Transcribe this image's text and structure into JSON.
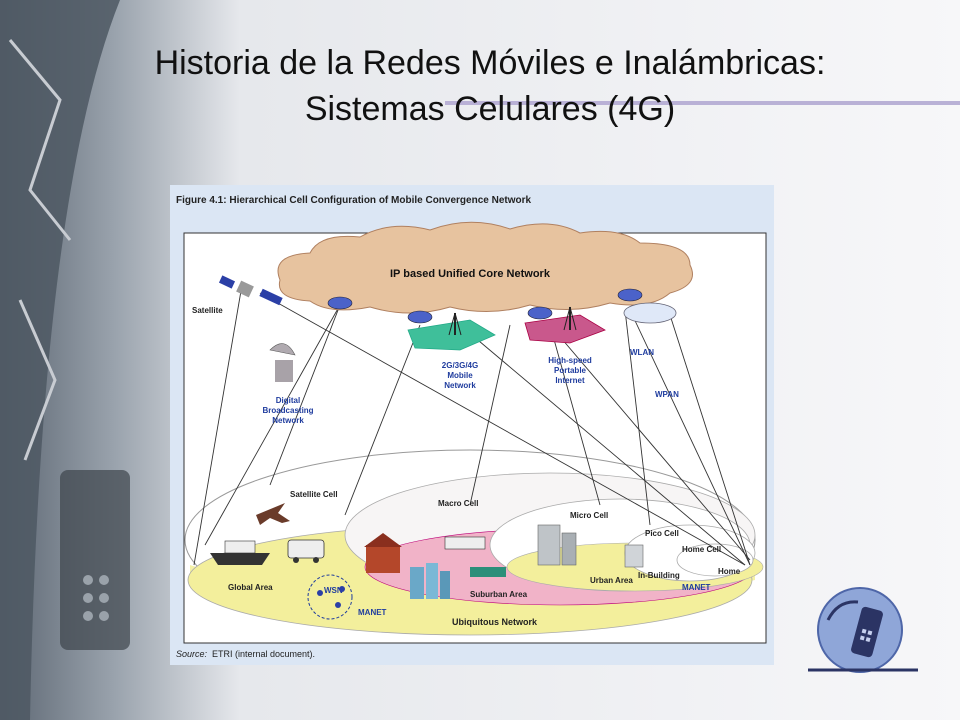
{
  "slide": {
    "title_line1": "Historia de la Redes Móviles e Inalámbricas:",
    "title_line2": "Sistemas Celulares (4G)"
  },
  "figure": {
    "caption": "Figure 4.1: Hierarchical Cell Configuration of Mobile Convergence Network",
    "source_label": "Source:",
    "source_text": "ETRI (internal document).",
    "core_network": "IP based Unified  Core Network",
    "satellite": "Satellite",
    "broadcast": [
      "Digital",
      "Broadcasting",
      "Network"
    ],
    "mobile_net": [
      "2G/3G/4G",
      "Mobile",
      "Network"
    ],
    "portable_net": [
      "High-speed",
      "Portable",
      "Internet"
    ],
    "wlan": "WLAN",
    "wpan": "WPAN",
    "cells": {
      "satellite_cell": "Satellite Cell",
      "macro_cell": "Macro Cell",
      "micro_cell": "Micro Cell",
      "pico_cell": "Pico Cell",
      "home_cell": "Home Cell",
      "global_area": "Global Area",
      "suburban_area": "Suburban Area",
      "urban_area": "Urban Area",
      "in_building": "In-Building",
      "home": "Home",
      "manet": "MANET",
      "manet2": "MANET",
      "wsn": "WSN",
      "ubiquitous": "Ubiquitous Network"
    }
  },
  "colors": {
    "cloud": "#e7c39f",
    "mobile_hex": "#3fbf9a",
    "portable_hex": "#c9588c",
    "yellow_area": "#f3ef9c",
    "pink_area": "#f1b3c8",
    "label_blue": "#1f3c9e",
    "figure_bg": "#dbe6f4"
  }
}
